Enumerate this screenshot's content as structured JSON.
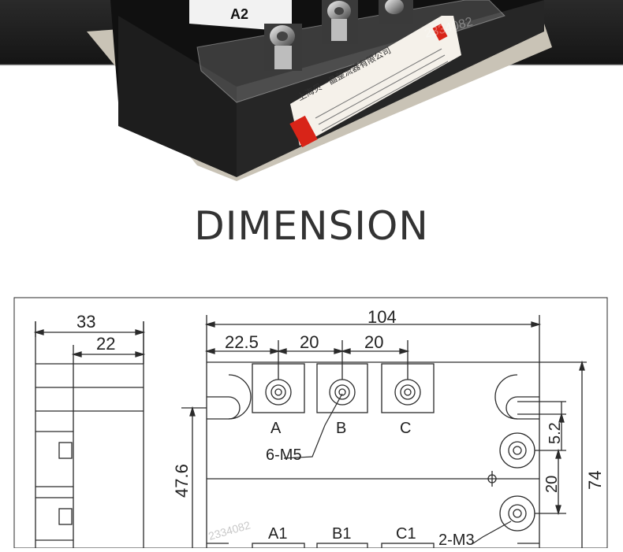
{
  "photo": {
    "terminal_label": "A2",
    "sticker_text": "上海贝一晶整流器有限公司",
    "watermark": "2334082"
  },
  "heading": "DIMENSION",
  "drawing": {
    "side_view": {
      "width_total": "33",
      "width_inner": "22"
    },
    "top_view": {
      "width_total": "104",
      "offset_first": "22.5",
      "spacing_1": "20",
      "spacing_2": "20",
      "height_total": "74",
      "height_mount": "47.6",
      "height_center": "20",
      "slot_width": "5.2",
      "terminals_top": [
        "A",
        "B",
        "C"
      ],
      "terminals_bottom": [
        "A1",
        "B1",
        "C1"
      ],
      "screw_callout_main": "6-M5",
      "screw_callout_small": "2-M3"
    },
    "watermark": "2334082"
  },
  "colors": {
    "photo_bg": "#1b1b1b",
    "housing": "#141414",
    "heading": "#333333",
    "line": "#2a2a2a"
  }
}
